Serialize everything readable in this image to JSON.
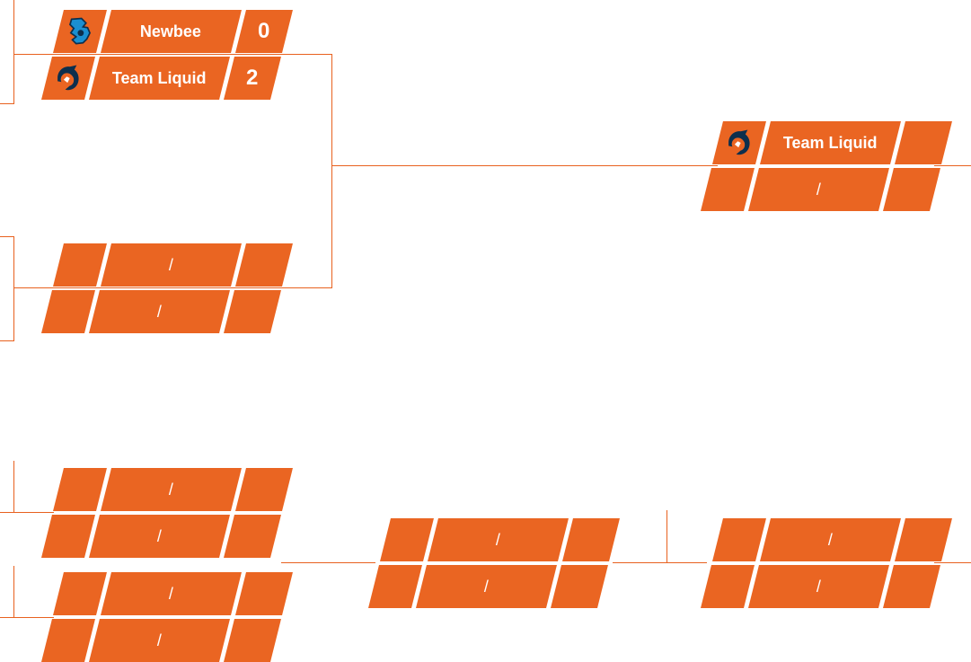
{
  "colors": {
    "accent": "#ea6522",
    "line": "#e8611f",
    "text": "#ffffff"
  },
  "upper_bracket": {
    "semifinal_1": {
      "team1": {
        "name": "Newbee",
        "score": "0",
        "logo": "newbee-logo"
      },
      "team2": {
        "name": "Team Liquid",
        "score": "2",
        "logo": "team-liquid-logo"
      }
    },
    "semifinal_2": {
      "team1": {
        "name": "/",
        "score": ""
      },
      "team2": {
        "name": "/",
        "score": ""
      }
    },
    "final": {
      "team1": {
        "name": "Team Liquid",
        "score": "",
        "logo": "team-liquid-logo"
      },
      "team2": {
        "name": "/",
        "score": ""
      }
    }
  },
  "lower_bracket": {
    "round1_a": {
      "team1": {
        "name": "/",
        "score": ""
      },
      "team2": {
        "name": "/",
        "score": ""
      }
    },
    "round1_b": {
      "team1": {
        "name": "/",
        "score": ""
      },
      "team2": {
        "name": "/",
        "score": ""
      }
    },
    "round2": {
      "team1": {
        "name": "/",
        "score": ""
      },
      "team2": {
        "name": "/",
        "score": ""
      }
    },
    "final": {
      "team1": {
        "name": "/",
        "score": ""
      },
      "team2": {
        "name": "/",
        "score": ""
      }
    }
  }
}
